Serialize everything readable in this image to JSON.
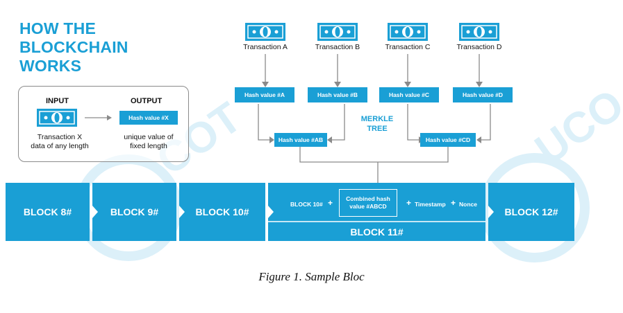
{
  "title": {
    "line1": "HOW THE",
    "line2": "BLOCKCHAIN",
    "line3": "WORKS"
  },
  "legend": {
    "input_label": "INPUT",
    "output_label": "OUTPUT",
    "hash_sample": "Hash value #X",
    "input_desc_line1": "Transaction X",
    "input_desc_line2": "data of any length",
    "output_desc_line1": "unique value of",
    "output_desc_line2": "fixed length"
  },
  "transactions": [
    {
      "label": "Transaction A"
    },
    {
      "label": "Transaction B"
    },
    {
      "label": "Transaction C"
    },
    {
      "label": "Transaction D"
    }
  ],
  "hashes": [
    {
      "label": "Hash value #A"
    },
    {
      "label": "Hash value #B"
    },
    {
      "label": "Hash value #C"
    },
    {
      "label": "Hash value #D"
    }
  ],
  "pair_hashes": [
    {
      "label": "Hash value #AB"
    },
    {
      "label": "Hash value #CD"
    }
  ],
  "merkle": {
    "line1": "MERKLE",
    "line2": "TREE"
  },
  "blocks": {
    "b8": "BLOCK 8#",
    "b9": "BLOCK 9#",
    "b10": "BLOCK 10#",
    "b12": "BLOCK 12#",
    "b11": {
      "prev": "BLOCK 10#",
      "plus": "+",
      "combined_line1": "Combined hash",
      "combined_line2": "value #ABCD",
      "timestamp": "Timestamp",
      "nonce": "Nonce",
      "label": "BLOCK 11#"
    }
  },
  "caption": "Figure 1. Sample Bloc",
  "colors": {
    "accent": "#1a9fd5",
    "arrow": "#8a8a8a",
    "watermark": "#d4ecf7"
  }
}
